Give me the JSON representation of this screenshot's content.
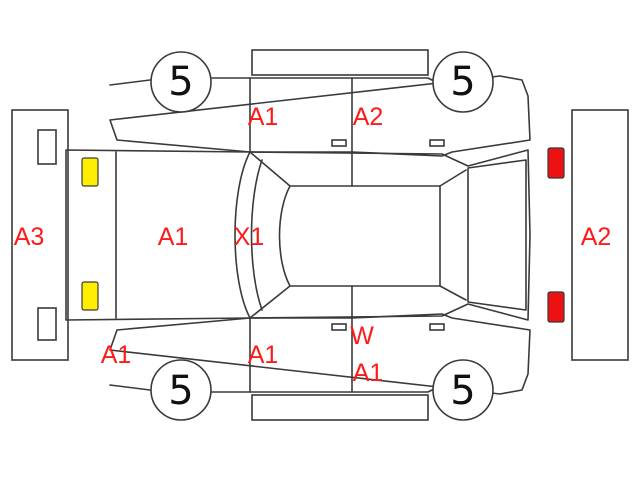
{
  "colors": {
    "code_text": "#ff1a1a",
    "line": "#3a3a3a",
    "front_light": "#ffee00",
    "rear_light": "#ee1111"
  },
  "wheels": {
    "front_left": "5",
    "rear_left": "5",
    "front_right": "5",
    "rear_right": "5"
  },
  "codes": {
    "front_bumper": "A3",
    "hood": "A1",
    "windshield": "X1",
    "rear_bumper": "A2",
    "top_front_door": "A1",
    "top_rear_door": "A2",
    "bottom_front_fender": "A1",
    "bottom_front_door": "A1",
    "bottom_rear_door_w": "W",
    "bottom_rear_door": "A1"
  }
}
